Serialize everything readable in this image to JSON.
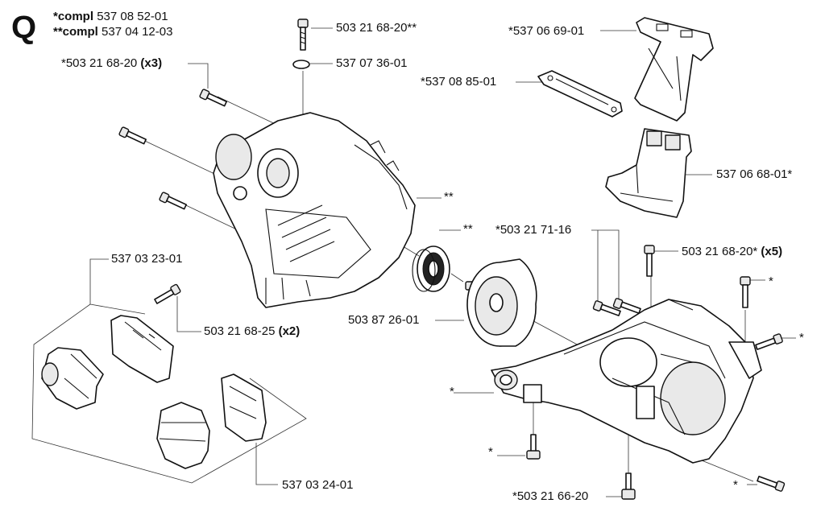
{
  "section_letter": "Q",
  "compl": [
    {
      "prefix": "*compl",
      "number": "537 08 52-01"
    },
    {
      "prefix": "**compl",
      "number": "537 04 12-03"
    }
  ],
  "labels": {
    "l_503216820_dstar": {
      "text": "503 21 68-20**",
      "suffix": ""
    },
    "l_537073601": {
      "text": "537 07 36-01",
      "suffix": ""
    },
    "l_503216820_x3": {
      "text": "*503 21 68-20 ",
      "suffix": "(x3)"
    },
    "l_537066901": {
      "text": "*537 06 69-01",
      "suffix": ""
    },
    "l_537088501": {
      "text": "*537 08 85-01",
      "suffix": ""
    },
    "l_537066801": {
      "text": "537 06 68-01*",
      "suffix": ""
    },
    "l_star_housing": {
      "text": "**",
      "suffix": ""
    },
    "l_star_bearing": {
      "text": "**",
      "suffix": ""
    },
    "l_503217116": {
      "text": "*503 21 71-16",
      "suffix": ""
    },
    "l_503216820_x5": {
      "text": "503 21 68-20* ",
      "suffix": "(x5)"
    },
    "l_537032301": {
      "text": "537 03 23-01",
      "suffix": ""
    },
    "l_503872601": {
      "text": "503 87 26-01",
      "suffix": ""
    },
    "l_503216825": {
      "text": "503 21 68-25 ",
      "suffix": "(x2)"
    },
    "l_star_r1": {
      "text": "*",
      "suffix": ""
    },
    "l_star_r2": {
      "text": "*",
      "suffix": ""
    },
    "l_star_left": {
      "text": "*",
      "suffix": ""
    },
    "l_star_bolt": {
      "text": "*",
      "suffix": ""
    },
    "l_star_br": {
      "text": "*",
      "suffix": ""
    },
    "l_537032401": {
      "text": "537 03 24-01",
      "suffix": ""
    },
    "l_503216620": {
      "text": "*503 21 66-20",
      "suffix": ""
    }
  }
}
